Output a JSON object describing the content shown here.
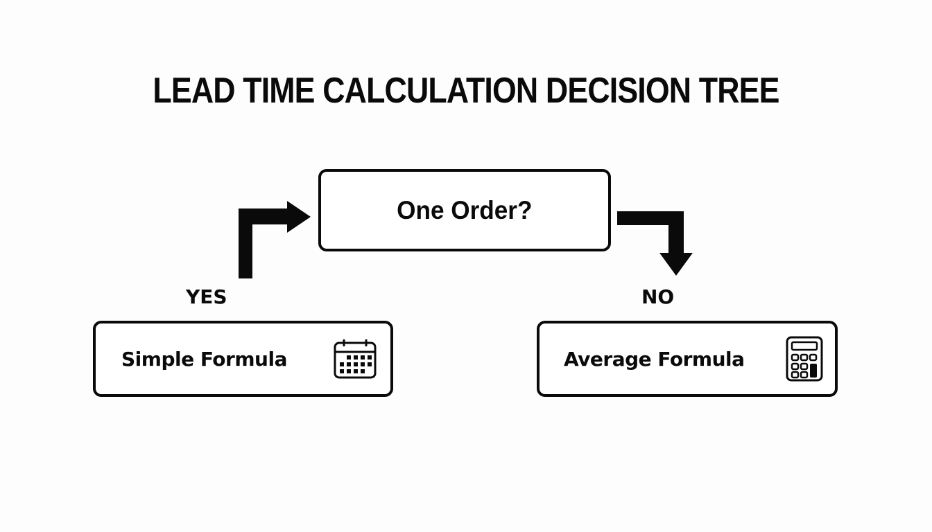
{
  "title": "LEAD TIME CALCULATION DECISION TREE",
  "decision": {
    "question": "One Order?"
  },
  "branches": [
    {
      "label": "YES",
      "result": "Simple Formula",
      "icon": "calendar-icon"
    },
    {
      "label": "NO",
      "result": "Average Formula",
      "icon": "calculator-icon"
    }
  ],
  "colors": {
    "ink": "#0a0a0a",
    "background": "#fdfdfd"
  }
}
